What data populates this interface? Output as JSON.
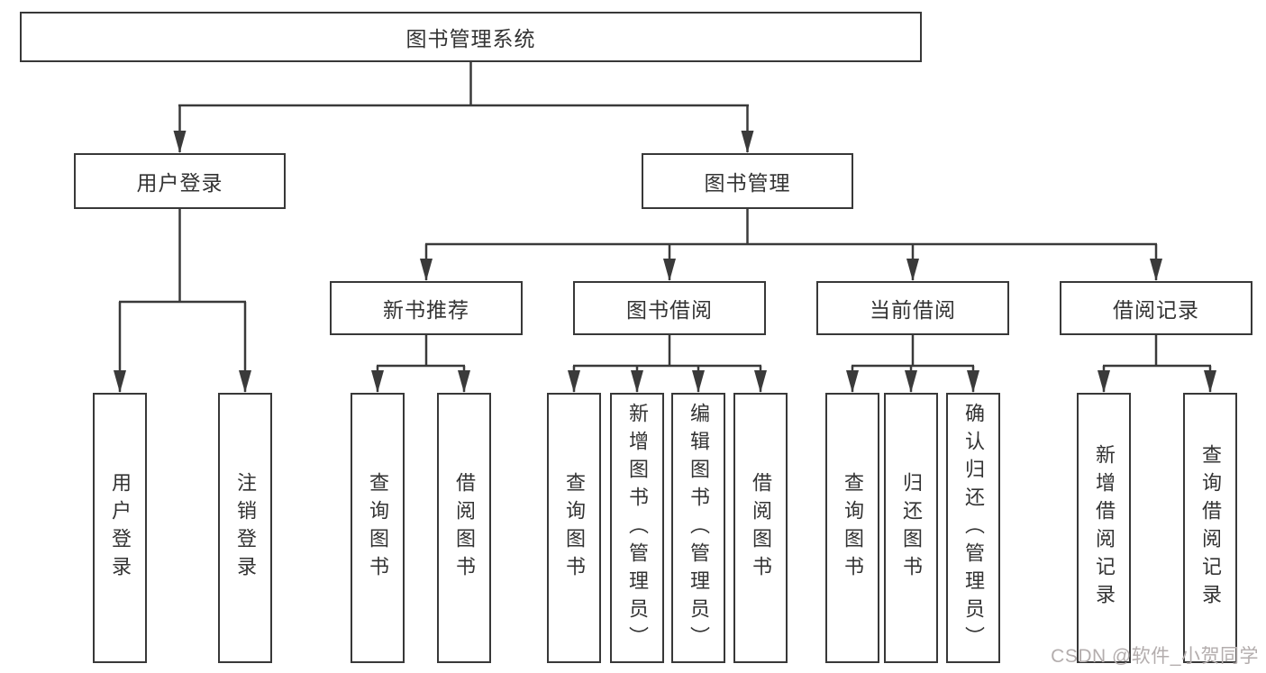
{
  "hierarchy": {
    "label": "图书管理系统",
    "children": [
      {
        "label": "用户登录",
        "children": [
          {
            "label": "用户登录"
          },
          {
            "label": "注销登录"
          }
        ]
      },
      {
        "label": "图书管理",
        "children": [
          {
            "label": "新书推荐",
            "children": [
              {
                "label": "查询图书"
              },
              {
                "label": "借阅图书"
              }
            ]
          },
          {
            "label": "图书借阅",
            "children": [
              {
                "label": "查询图书"
              },
              {
                "label": "新增图书（管理员）"
              },
              {
                "label": "编辑图书（管理员）"
              },
              {
                "label": "借阅图书"
              }
            ]
          },
          {
            "label": "当前借阅",
            "children": [
              {
                "label": "查询图书"
              },
              {
                "label": "归还图书"
              },
              {
                "label": "确认归还（管理员）"
              }
            ]
          },
          {
            "label": "借阅记录",
            "children": [
              {
                "label": "新增借阅记录"
              },
              {
                "label": "查询借阅记录"
              }
            ]
          }
        ]
      }
    ]
  },
  "watermark": {
    "text": "CSDN @软件_小贺同学"
  },
  "colors": {
    "line": "#3a3a3a",
    "box_border": "#383838",
    "text": "#333333",
    "watermark": "#b3adad",
    "background": "#ffffff"
  }
}
